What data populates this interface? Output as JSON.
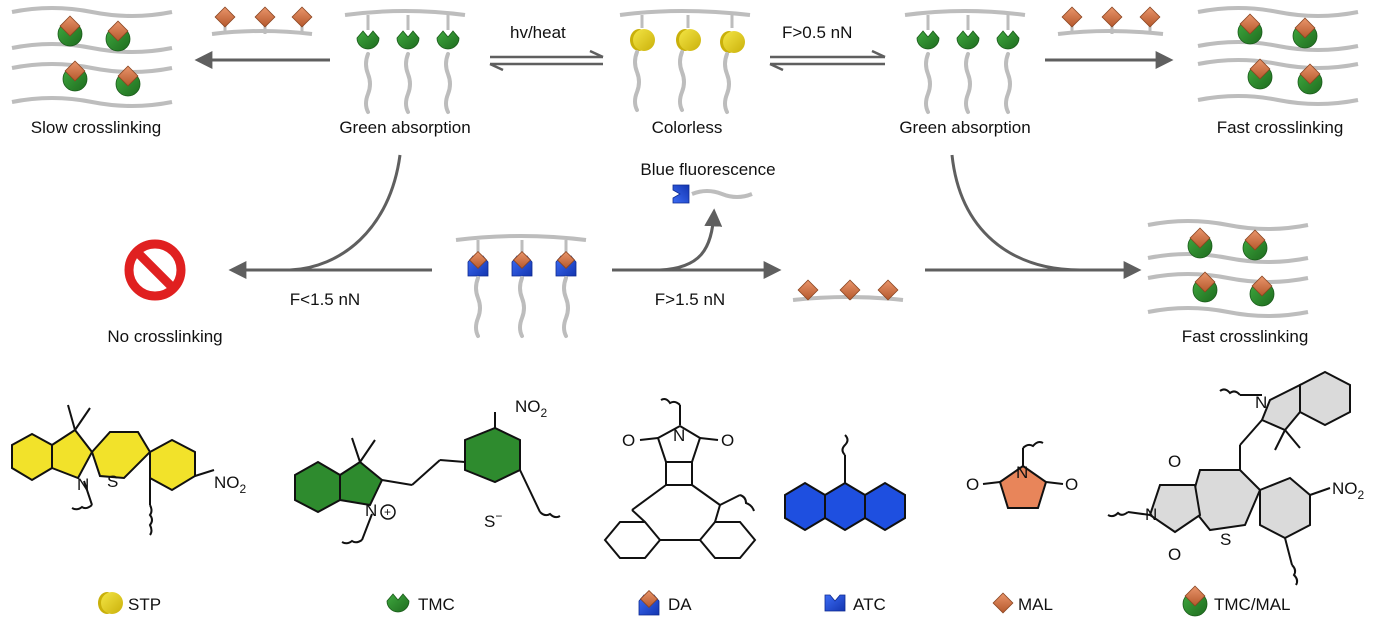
{
  "top_row": {
    "slow_crosslinking": "Slow crosslinking",
    "green_absorption_left": "Green absorption",
    "colorless": "Colorless",
    "green_absorption_right": "Green absorption",
    "fast_crosslinking_top": "Fast crosslinking",
    "hv_heat": "hv/heat",
    "force_low": "F>0.5 nN"
  },
  "middle_row": {
    "blue_fluorescence": "Blue fluorescence",
    "force_lt": "F<1.5 nN",
    "force_gt": "F>1.5 nN",
    "no_crosslinking": "No crosslinking",
    "fast_crosslinking_bottom": "Fast crosslinking"
  },
  "structures": {
    "nitro": "NO",
    "nitro_sub": "2",
    "sulfur": "S",
    "nitrogen": "N",
    "oxygen": "O",
    "plus": "+",
    "s_minus": "S",
    "minus": "−"
  },
  "legend": {
    "stp": "STP",
    "tmc": "TMC",
    "da": "DA",
    "atc": "ATC",
    "mal": "MAL",
    "tmc_mal": "TMC/MAL"
  },
  "colors": {
    "yellow": "#E8D41A",
    "green": "#2E8B2E",
    "blue": "#1E4FE0",
    "orange": "#D9794A",
    "chain": "#BDBDBD",
    "arrow": "#5F5F5F",
    "stop_red": "#E02020",
    "grey_fill": "#DADADA"
  }
}
